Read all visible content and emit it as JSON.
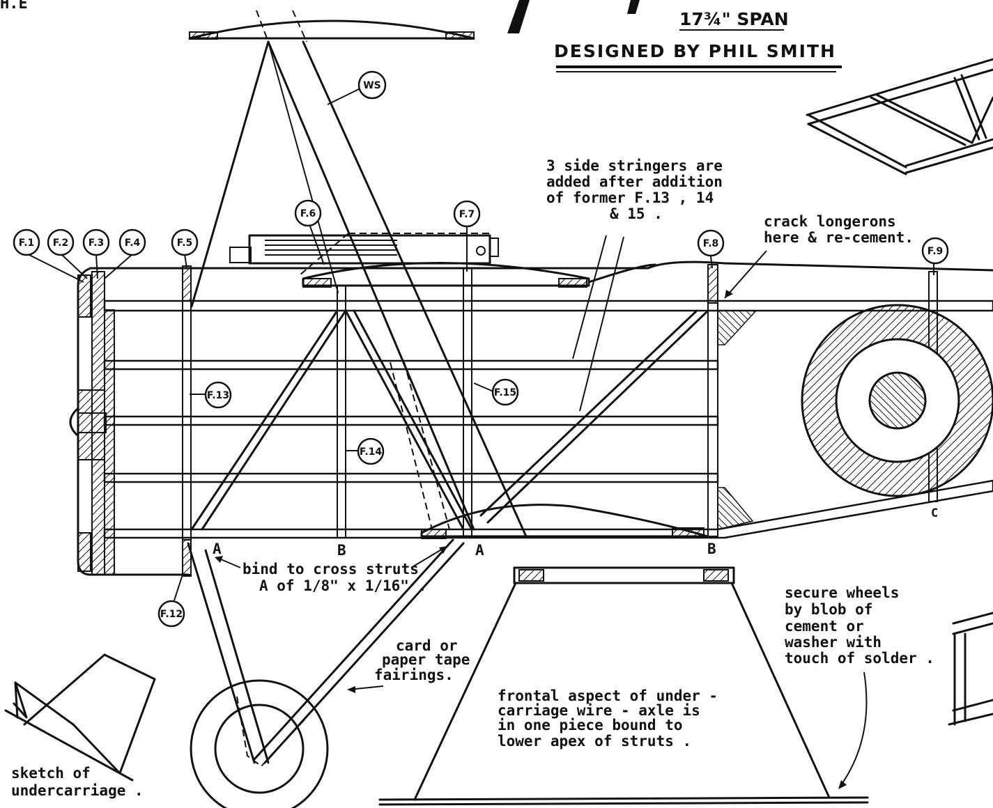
{
  "corner_mark": "H.E",
  "title": {
    "span": "17¾\" SPAN",
    "designer": "DESIGNED BY PHIL SMITH"
  },
  "formers": [
    "F.1",
    "F.2",
    "F.3",
    "F.4",
    "F.5",
    "F.6",
    "F.7",
    "F.8",
    "F.9",
    "F.12",
    "F.13",
    "F.14",
    "F.15",
    "WS"
  ],
  "station_marks": [
    "A",
    "B",
    "A",
    "B",
    "C"
  ],
  "notes": {
    "stringers": [
      "3 side stringers are",
      "added after addition",
      "of former F.13 , 14",
      "& 15 ."
    ],
    "longerons": [
      "crack longerons",
      "here & re-cement."
    ],
    "bind": [
      "bind to cross struts",
      "A of 1/8\" x 1/16\" ."
    ],
    "fairings": [
      "card or",
      "paper tape",
      "fairings."
    ],
    "frontal": [
      "frontal aspect of under -",
      "carriage wire - axle is",
      "in one piece bound to",
      "lower apex of struts ."
    ],
    "wheels": [
      "secure wheels",
      "by blob of",
      "cement or",
      "washer with",
      "touch of solder ."
    ],
    "sketch": [
      "sketch of",
      "undercarriage ."
    ]
  }
}
